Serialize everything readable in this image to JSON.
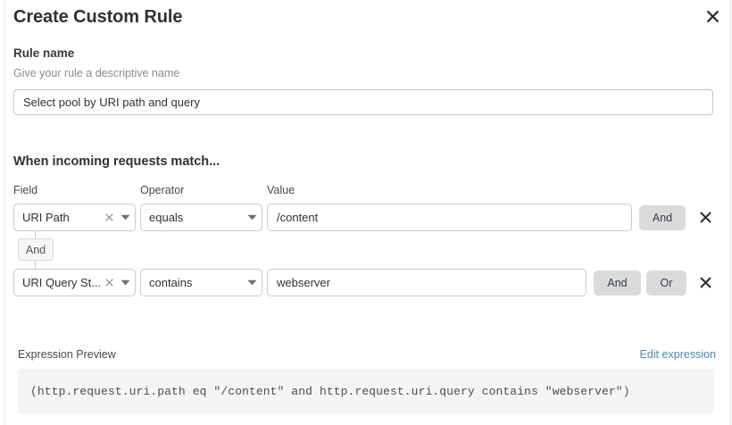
{
  "dialog": {
    "title": "Create Custom Rule",
    "close_icon": "close-icon"
  },
  "rule_name": {
    "label": "Rule name",
    "hint": "Give your rule a descriptive name",
    "value": "Select pool by URI path and query",
    "placeholder": "Select pool by URI path and query"
  },
  "match_section": {
    "title": "When incoming requests match...",
    "columns": {
      "field": "Field",
      "operator": "Operator",
      "value": "Value"
    },
    "connector": {
      "label": "And"
    },
    "rows": [
      {
        "field": "URI Path",
        "operator": "equals",
        "value": "/content",
        "value_placeholder": "/content",
        "clear_icon": "close-small-icon",
        "caret_icon": "chevron-down-icon",
        "logic_buttons": [
          "And"
        ],
        "delete_icon": "close-icon"
      },
      {
        "field": "URI Query St...",
        "operator": "contains",
        "value": "webserver",
        "value_placeholder": "webserver",
        "clear_icon": "close-small-icon",
        "caret_icon": "chevron-down-icon",
        "logic_buttons": [
          "And",
          "Or"
        ],
        "delete_icon": "close-icon"
      }
    ]
  },
  "expression_preview": {
    "label": "Expression Preview",
    "edit_link": "Edit expression",
    "expression": "(http.request.uri.path eq \"/content\" and http.request.uri.query contains \"webserver\")"
  },
  "colors": {
    "accent_link": "#4a89b4",
    "logic_button_bg": "#d8dadc",
    "preview_bg": "#f3f4f5",
    "border": "#c6cbcf"
  }
}
